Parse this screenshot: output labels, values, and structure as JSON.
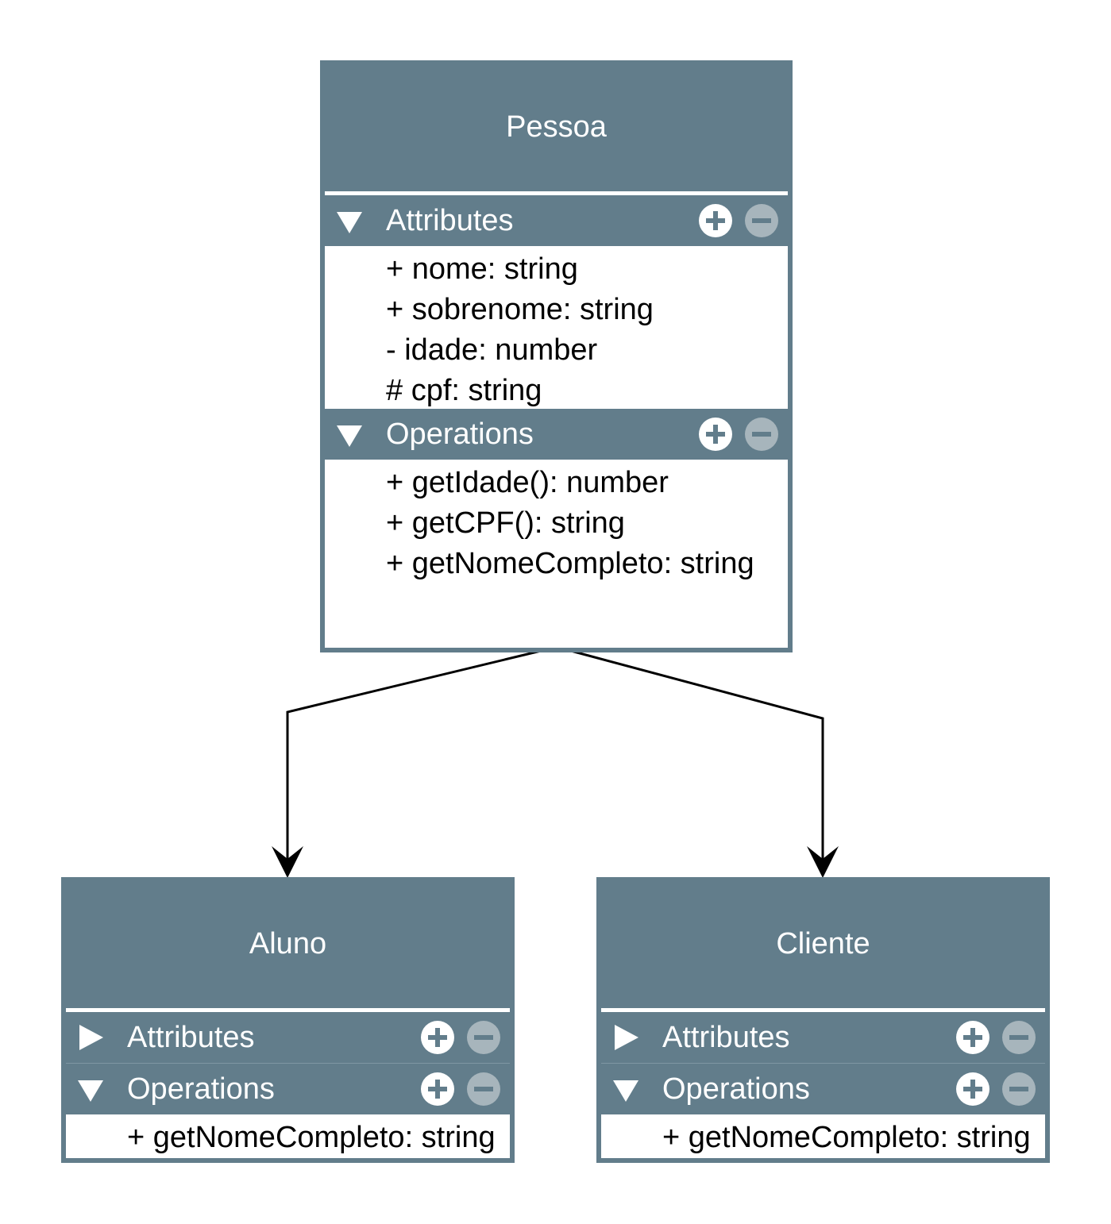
{
  "colors": {
    "class_fill": "#627d8b",
    "header_text": "#ffffff",
    "body_fill": "#ffffff",
    "body_text": "#000000",
    "plus_button": "#ffffff",
    "minus_button": "#a7b5bc",
    "connector": "#000000"
  },
  "icons": {
    "expanded": "triangle-down-icon",
    "collapsed": "triangle-right-icon",
    "add": "plus-circle-icon",
    "remove": "minus-circle-icon",
    "arrowhead": "open-arrowhead-icon"
  },
  "classes": {
    "pessoa": {
      "name": "Pessoa",
      "attributes": {
        "label": "Attributes",
        "expanded": true,
        "items": [
          "+ nome: string",
          "+ sobrenome: string",
          "- idade: number",
          "# cpf: string"
        ]
      },
      "operations": {
        "label": "Operations",
        "expanded": true,
        "items": [
          "+ getIdade(): number",
          "+ getCPF(): string",
          "+ getNomeCompleto: string"
        ]
      }
    },
    "aluno": {
      "name": "Aluno",
      "attributes": {
        "label": "Attributes",
        "expanded": false,
        "items": []
      },
      "operations": {
        "label": "Operations",
        "expanded": true,
        "items": [
          "+ getNomeCompleto: string"
        ]
      }
    },
    "cliente": {
      "name": "Cliente",
      "attributes": {
        "label": "Attributes",
        "expanded": false,
        "items": []
      },
      "operations": {
        "label": "Operations",
        "expanded": true,
        "items": [
          "+ getNomeCompleto: string"
        ]
      }
    }
  },
  "relationships": [
    {
      "from": "Pessoa",
      "to": "Aluno"
    },
    {
      "from": "Pessoa",
      "to": "Cliente"
    }
  ]
}
